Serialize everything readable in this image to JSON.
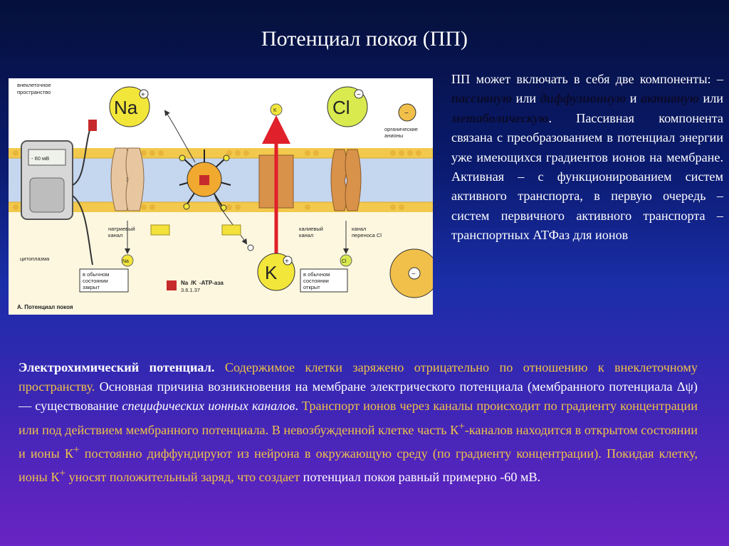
{
  "title": "Потенциал покоя (ПП)",
  "figure": {
    "caption": "А. Потенциал покоя",
    "outer_label_1": "внеклеточное",
    "outer_label_2": "пространство",
    "cytoplasm_label": "цитоплазма",
    "meter_value": "- 60 мВ",
    "ion_na": "Na",
    "ion_k": "K",
    "ion_cl": "Cl",
    "small_k": "K",
    "small_na": "Na",
    "small_cl": "Cl",
    "organic_anions_1": "органические",
    "organic_anions_2": "анионы",
    "na_channel_1": "натриевый",
    "na_channel_2": "канал",
    "k_channel_1": "калиевый",
    "k_channel_2": "канал",
    "cl_channel_1": "канал",
    "cl_channel_2": "переноса Cl",
    "closed_state_1": "в обычном",
    "closed_state_2": "состоянии",
    "closed_state_3": "закрыт",
    "open_state_1": "в обычном",
    "open_state_2": "состоянии",
    "open_state_3": "открыт",
    "atpase_1": "Na",
    "atpase_2": "/K",
    "atpase_3": "-АТР-аза",
    "atpase_ec": "3.6.1.37",
    "plus": "+",
    "minus": "−"
  },
  "side_text": {
    "p1": "ПП может включать в себя две компоненты: – ",
    "e1": "пассивную",
    "p2": " или ",
    "e2": "диффузионную",
    "p3": " и ",
    "e3": "активную",
    "p4": " или ",
    "e4": "метаболическую",
    "p5": ". Пассивная компонента связана с преобразованием в потенциал энергии уже имеющихся градиентов ионов на мембране. Активная – с функционированием систем активного транспорта, в первую очередь – систем первичного активного транспорта – транспортных АТФаз для ионов"
  },
  "body_text": {
    "s1": "Электрохимический потенциал.",
    "s2": " Содержимое клетки заряжено отрицательно по отношению к внеклеточному пространству.",
    "s3": " Основная причина возникновения на мембране электрического потенциала (мембранного потенциала Δψ) — существование ",
    "s4": "специфических ионных каналов",
    "s5": ".",
    "s6": " Транспорт ионов через каналы происходит по градиенту концентрации или под действием мембранного потенциала. В невозбужденной клетке часть К",
    "s7": "-каналов находится в открытом состоянии и ионы К",
    "s8": " постоянно диффундируют из нейрона в окружающую среду (по градиенту концентрации). Покидая клетку, ионы К",
    "s9": " уносят положительный заряд, что создает",
    "s10": " потенциал покоя равный примерно -60 мВ.",
    "sup": "+"
  },
  "colors": {
    "bg_top": "#05103a",
    "bg_bottom": "#6a23c4",
    "accent_yellow": "#f0c24a",
    "ion_circle": "#f3e63a",
    "k_arrow": "#e0202a",
    "membrane_head": "#f2c94c",
    "membrane_tail": "#b7c9e6"
  }
}
